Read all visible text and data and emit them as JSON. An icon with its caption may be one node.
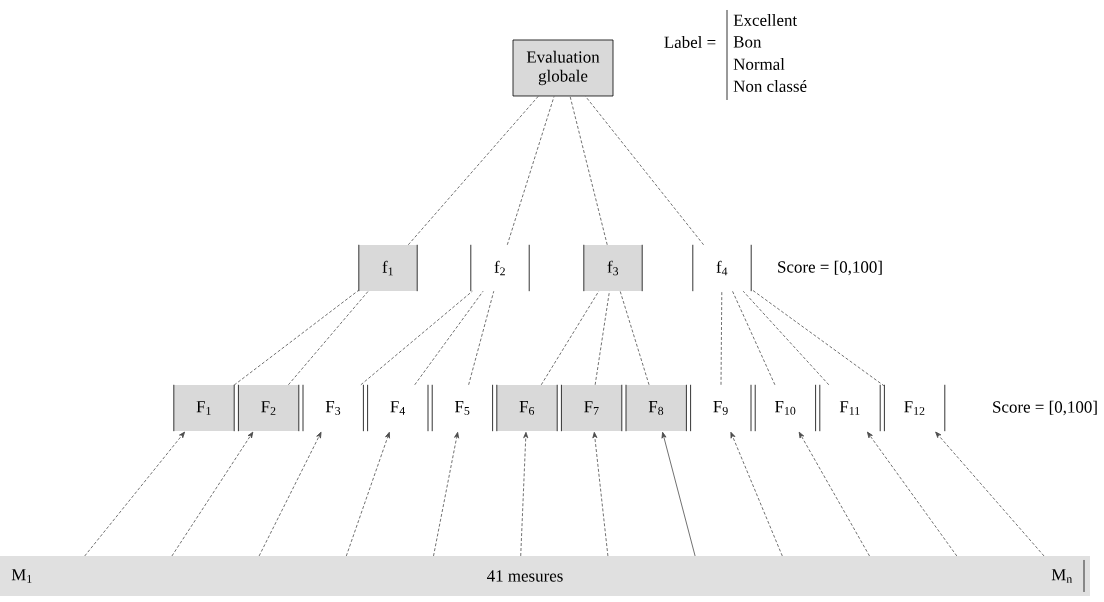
{
  "diagram": {
    "nodes": [
      {
        "text": [
          "Evaluation globale"
        ]
      },
      {
        "text": [
          "f$_{1}$"
        ]
      },
      {
        "text": [
          "f$_{2}$"
        ]
      },
      {
        "text": [
          "f$_{3}$"
        ]
      },
      {
        "text": [
          "f$_{4}$"
        ]
      },
      {
        "text": [
          "F$_{1}$"
        ]
      },
      {
        "text": [
          "F$_{2}$"
        ]
      },
      {
        "text": [
          "F$_{3}$"
        ]
      },
      {
        "text": [
          "F$_{4}$"
        ]
      },
      {
        "text": [
          "F$_{5}$"
        ]
      },
      {
        "text": [
          "F$_{6}$"
        ]
      },
      {
        "text": [
          "F$_{7}$"
        ]
      },
      {
        "text": [
          "F$_{8}$"
        ]
      },
      {
        "text": [
          "F$_{9}$"
        ]
      },
      {
        "text": [
          "F$_{10}$"
        ]
      },
      {
        "text": [
          "F$_{11}$"
        ]
      },
      {
        "text": [
          "F$_{12}$"
        ]
      },
      {
        "text": [
          "M$_{1}$",
          "41 mesures",
          "M$_{n}$"
        ]
      }
    ],
    "edges": [
      {
        "from": 1,
        "to": 0,
        "arrow": "none",
        "style": "dashed"
      },
      {
        "from": 2,
        "to": 0,
        "arrow": "none",
        "style": "dashed"
      },
      {
        "from": 3,
        "to": 0,
        "arrow": "none",
        "style": "dashed"
      },
      {
        "from": 4,
        "to": 0,
        "arrow": "none",
        "style": "dashed"
      },
      {
        "from": 5,
        "to": 1,
        "arrow": "none",
        "style": "dashed"
      },
      {
        "from": 6,
        "to": 1,
        "arrow": "none",
        "style": "dashed"
      },
      {
        "from": 7,
        "to": 2,
        "arrow": "none",
        "style": "dashed"
      },
      {
        "from": 8,
        "to": 2,
        "arrow": "none",
        "style": "dashed"
      },
      {
        "from": 9,
        "to": 2,
        "arrow": "none",
        "style": "dashed"
      },
      {
        "from": 10,
        "to": 3,
        "arrow": "none",
        "style": "dashed"
      },
      {
        "from": 11,
        "to": 3,
        "arrow": "none",
        "style": "dashed"
      },
      {
        "from": 12,
        "to": 3,
        "arrow": "none",
        "style": "dashed"
      },
      {
        "from": 13,
        "to": 4,
        "arrow": "none",
        "style": "dashed"
      },
      {
        "from": 14,
        "to": 4,
        "arrow": "none",
        "style": "dashed"
      },
      {
        "from": 15,
        "to": 4,
        "arrow": "none",
        "style": "dashed"
      },
      {
        "from": 16,
        "to": 4,
        "arrow": "none",
        "style": "dashed"
      },
      {
        "from": 17,
        "to": 5,
        "arrow": "to",
        "style": "dashed"
      },
      {
        "from": 17,
        "to": 6,
        "arrow": "to",
        "style": "dashed"
      },
      {
        "from": 17,
        "to": 7,
        "arrow": "to",
        "style": "dashed"
      },
      {
        "from": 17,
        "to": 8,
        "arrow": "to",
        "style": "dashed"
      },
      {
        "from": 17,
        "to": 9,
        "arrow": "to",
        "style": "dashed"
      },
      {
        "from": 17,
        "to": 10,
        "arrow": "to",
        "style": "dashed"
      },
      {
        "from": 17,
        "to": 11,
        "arrow": "to",
        "style": "dashed"
      },
      {
        "from": 17,
        "to": 12,
        "arrow": "to"
      },
      {
        "from": 17,
        "to": 13,
        "arrow": "to",
        "style": "dashed"
      },
      {
        "from": 17,
        "to": 14,
        "arrow": "to",
        "style": "dashed"
      },
      {
        "from": 17,
        "to": 15,
        "arrow": "to",
        "style": "dashed"
      },
      {
        "from": 17,
        "to": 16,
        "arrow": "to",
        "style": "dashed"
      }
    ],
    "labels": [
      "Label =",
      "Excellent",
      "Bon",
      "Normal",
      "Non classé",
      "Score = [0,100]",
      "Score = [0,100]"
    ]
  }
}
